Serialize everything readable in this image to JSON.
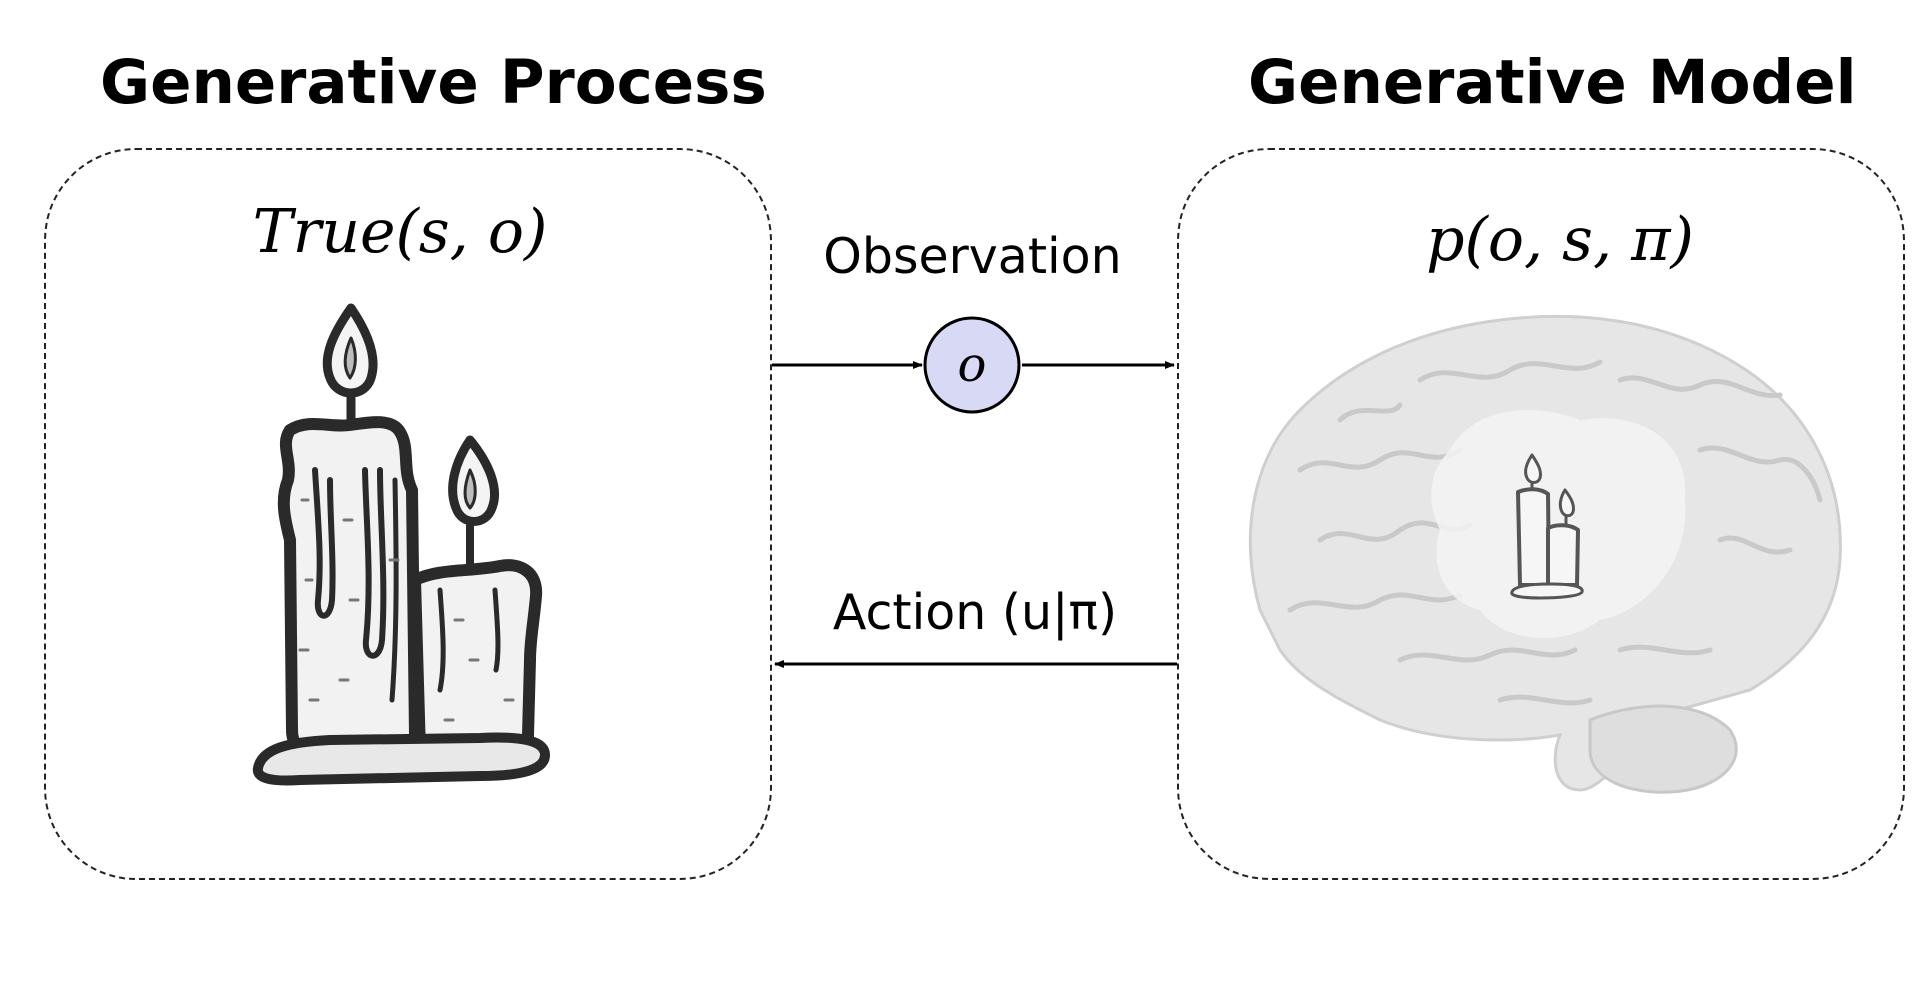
{
  "process": {
    "title": "Generative Process",
    "formula": "True(s, o)"
  },
  "model": {
    "title": "Generative Model",
    "formula": "p(o, s, π)"
  },
  "observation": {
    "label": "Observation",
    "node": "o",
    "node_fill": "#d8daf5"
  },
  "action": {
    "label": "Action (u|π)"
  },
  "icons": {
    "process_image": "candles-icon",
    "model_image": "brain-icon",
    "model_inner_image": "candles-icon"
  }
}
